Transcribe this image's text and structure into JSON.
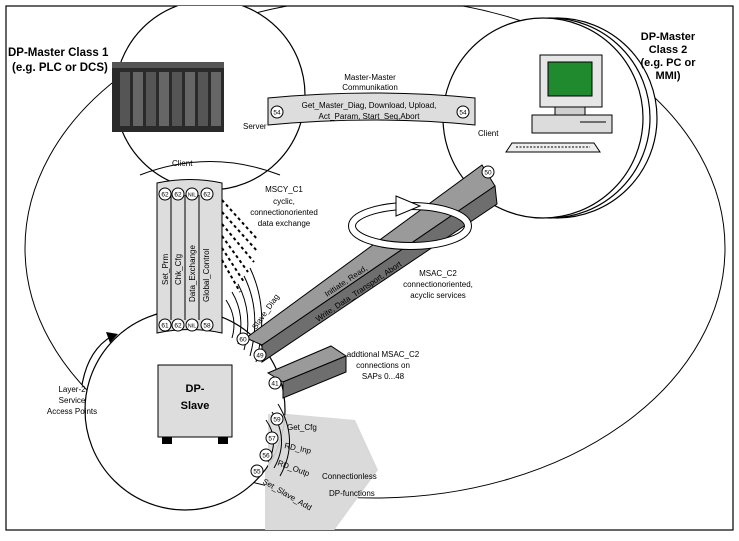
{
  "master1": {
    "title_line1": "DP-Master Class 1",
    "title_line2": "(e.g. PLC or DCS)",
    "client_label": "Client",
    "server_label": "Server"
  },
  "master2": {
    "title_line1": "DP-Master",
    "title_line2": "Class 2",
    "title_line3": "(e.g. PC or",
    "title_line4": "MMI)",
    "client_label": "Client"
  },
  "master_comm": {
    "title_line1": "Master-Master",
    "title_line2": "Communikation",
    "services_line1": "Get_Master_Diag, Download, Upload,",
    "services_line2": "Act_Param, Start_Seq,Abort",
    "sap_left": "54",
    "sap_right": "54"
  },
  "mscy": {
    "title": "MSCY_C1",
    "desc_line1": "cyclic,",
    "desc_line2": "connectionoriented",
    "desc_line3": "data exchange",
    "top_saps": [
      "62",
      "62",
      "NIL",
      "62"
    ],
    "bottom_saps": [
      "61",
      "62",
      "NIL",
      "58"
    ],
    "services": [
      "Set_Prm",
      "Chk_Cfg",
      "Data_Exchange",
      "Global_Control"
    ]
  },
  "msac": {
    "title": "MSAC_C2",
    "desc_line1": "connectionoriented,",
    "desc_line2": "acyclic services",
    "services_line1": "Initiate, Read,",
    "services_line2": "Write, Data_Transport, Abort",
    "sap_top": "50",
    "sap_bottom": "49"
  },
  "additional": {
    "line1": "addtional MSAC_C2",
    "line2": "connections on",
    "line3": "SAPs 0...48",
    "sap": "41"
  },
  "slave": {
    "label_line1": "DP-",
    "label_line2": "Slave",
    "diag_label": "Slave_Diag",
    "diag_sap": "60",
    "layer2_line1": "Layer-2",
    "layer2_line2": "Service",
    "layer2_line3": "Access Points"
  },
  "connectionless": {
    "line1": "Connectionless",
    "line2": "DP-functions",
    "items": [
      {
        "sap": "59",
        "label": "Get_Cfg"
      },
      {
        "sap": "57",
        "label": "RD_Inp"
      },
      {
        "sap": "56",
        "label": "RD_Outp"
      },
      {
        "sap": "55",
        "label": "Set_Slave_Add"
      }
    ]
  }
}
